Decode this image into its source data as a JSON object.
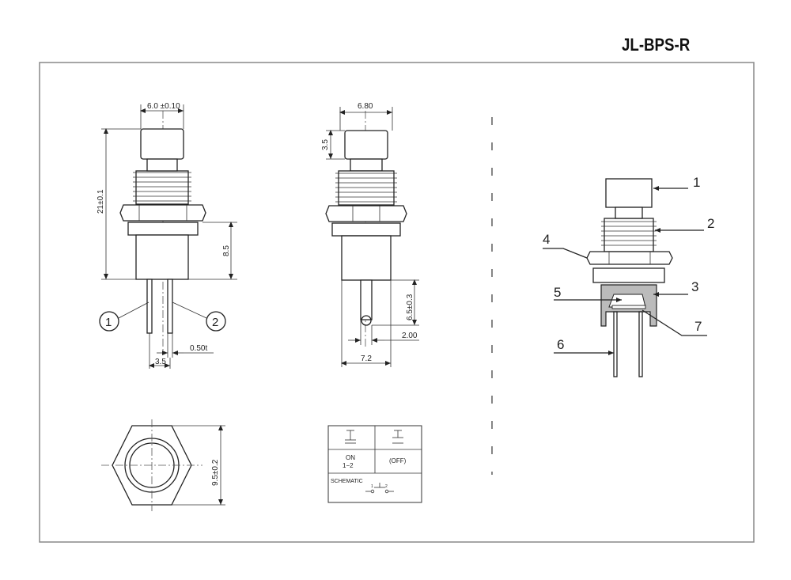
{
  "title": "JL-BPS-R",
  "front_view": {
    "dim_top": "6.0 ±0.10",
    "dim_height": "21±0.1",
    "dim_body": "8.5",
    "pin1": "1",
    "pin2": "2",
    "dim_pin_thickness": "0.50t",
    "dim_pin_spacing": "3.5"
  },
  "side_view": {
    "dim_top": "6.80",
    "dim_cap": "3.5",
    "dim_pin_length": "6.5±0.3",
    "dim_pin_width": "2.00",
    "dim_total_width": "7.2"
  },
  "bottom_view": {
    "dim_hex": "9.5±0.2"
  },
  "schematic_table": {
    "state_on": "ON",
    "state_on_pins": "1−2",
    "state_off": "(OFF)",
    "schematic_label": "SCHEMATIC",
    "pin_a": "1",
    "pin_b": "2"
  },
  "exploded_view": {
    "callouts": [
      "1",
      "2",
      "3",
      "4",
      "5",
      "6",
      "7"
    ]
  }
}
